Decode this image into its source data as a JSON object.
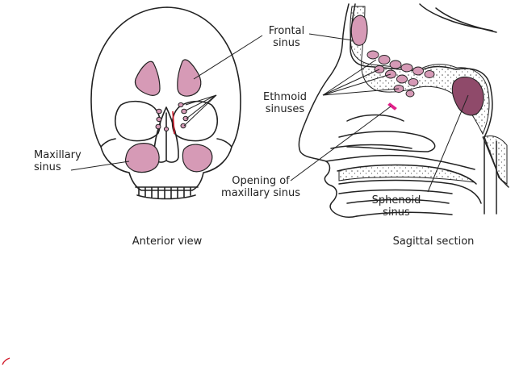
{
  "labels": {
    "frontal_sinus": [
      "Frontal",
      "sinus"
    ],
    "ethmoid_sinuses": [
      "Ethmoid",
      "sinuses"
    ],
    "maxillary_sinus": [
      "Maxillary",
      "sinus"
    ],
    "opening_maxillary": [
      "Opening of",
      "maxillary sinus"
    ],
    "sphenoid_sinus": [
      "Sphenoid",
      "sinus"
    ]
  },
  "captions": {
    "anterior": "Anterior view",
    "sagittal": "Sagittal section"
  },
  "colors": {
    "line": "#222222",
    "sinus_pink": "#d69ab6",
    "sinus_pink_dark": "#c98aa8",
    "sphenoid": "#8f4a6a",
    "bone_dots": "#555555",
    "accent_red": "#d11a2a",
    "accent_magenta": "#e0218a"
  }
}
